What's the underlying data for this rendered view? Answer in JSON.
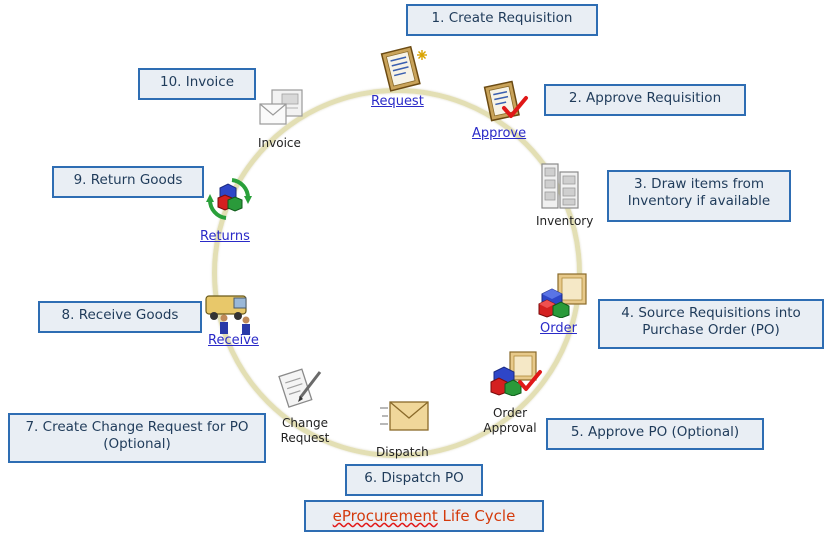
{
  "diagram": {
    "title_part1": "eProcurement",
    "title_part2": " Life Cycle",
    "steps": [
      {
        "label": "1. Create Requisition"
      },
      {
        "label": "2. Approve Requisition"
      },
      {
        "label": "3. Draw items from Inventory if available"
      },
      {
        "label": "4. Source Requisitions into Purchase Order (PO)"
      },
      {
        "label": "5. Approve PO (Optional)"
      },
      {
        "label": "6. Dispatch PO"
      },
      {
        "label": "7. Create Change Request for PO (Optional)"
      },
      {
        "label": "8. Receive Goods"
      },
      {
        "label": "9. Return Goods"
      },
      {
        "label": "10. Invoice"
      }
    ],
    "nodes": {
      "request": "Request",
      "approve": "Approve",
      "inventory": "Inventory",
      "order": "Order",
      "order_approval": "Order Approval",
      "dispatch": "Dispatch",
      "change_request": "Change Request",
      "receive": "Receive",
      "returns": "Returns",
      "invoice": "Invoice"
    },
    "colors": {
      "box_border": "#2e6db3",
      "box_fill": "#e9eef4",
      "link": "#2a2ac8",
      "title": "#d43a0c",
      "ring": "#e3dfb4"
    }
  }
}
